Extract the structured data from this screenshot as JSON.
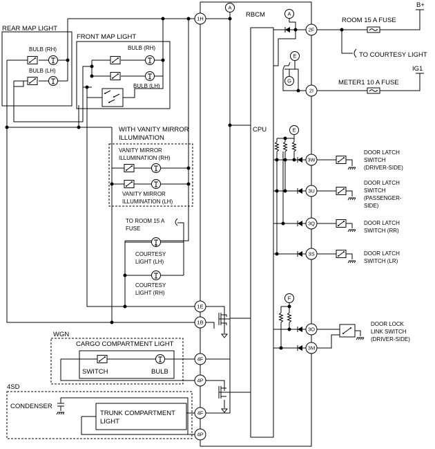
{
  "labels": {
    "rbcm": "RBCM",
    "cpu": "CPU",
    "rear_map_light": "REAR MAP LIGHT",
    "front_map_light": "FRONT MAP LIGHT",
    "bulb_rh": "BULB (RH)",
    "bulb_lh": "BULB (LH)",
    "with_vanity_1": "WITH VANITY MIRROR",
    "with_vanity_2": "ILLUMINATION",
    "vanity_rh_1": "VANITY MIRROR",
    "vanity_rh_2": "ILLUMINATION (RH)",
    "vanity_lh_1": "VANITY MIRROR",
    "vanity_lh_2": "ILLUMINATION (LH)",
    "to_room_fuse_1": "TO ROOM 15 A",
    "to_room_fuse_2": "FUSE",
    "courtesy_lh_1": "COURTESY",
    "courtesy_lh_2": "LIGHT (LH)",
    "courtesy_rh_1": "COURTESY",
    "courtesy_rh_2": "LIGHT (RH)",
    "wgn": "WGN",
    "cargo_light": "CARGO COMPARTMENT LIGHT",
    "switch": "SWITCH",
    "bulb": "BULB",
    "sd4": "4SD",
    "condenser": "CONDENSER",
    "trunk_light_1": "TRUNK COMPARTMENT",
    "trunk_light_2": "LIGHT",
    "b_plus": "B+",
    "ig1": "IG1",
    "room_fuse": "ROOM 15 A FUSE",
    "to_courtesy": "TO COURTESY LIGHT",
    "meter_fuse": "METER1 10 A FUSE",
    "dl_driver": [
      "DOOR LATCH",
      "SWITCH",
      "(DRIVER-SIDE)"
    ],
    "dl_passenger": [
      "DOOR LATCH",
      "SWITCH",
      "(PASSENGER-",
      "SIDE)"
    ],
    "dl_rr": [
      "DOOR LATCH",
      "SWITCH (RR)"
    ],
    "dl_lr": [
      "DOOR LATCH",
      "SWITCH (LR)"
    ],
    "dlink": [
      "DOOR LOCK",
      "LINK SWITCH",
      "(DRIVER-SIDE)"
    ]
  },
  "terminals": {
    "t_1h": "1H",
    "t_1e": "1E",
    "t_1b": "1B",
    "t_4f_top": "4F",
    "t_4p_top": "4P",
    "t_4f_bot": "4F",
    "t_4p_bot": "4P",
    "t_2f": "2F",
    "t_2i": "2I",
    "t_3w": "3W",
    "t_3u": "3U",
    "t_3q": "3Q",
    "t_3s": "3S",
    "t_3o": "3O",
    "t_3m": "3M"
  },
  "refs": {
    "a": "A",
    "e": "E",
    "g": "G",
    "f": "F"
  }
}
